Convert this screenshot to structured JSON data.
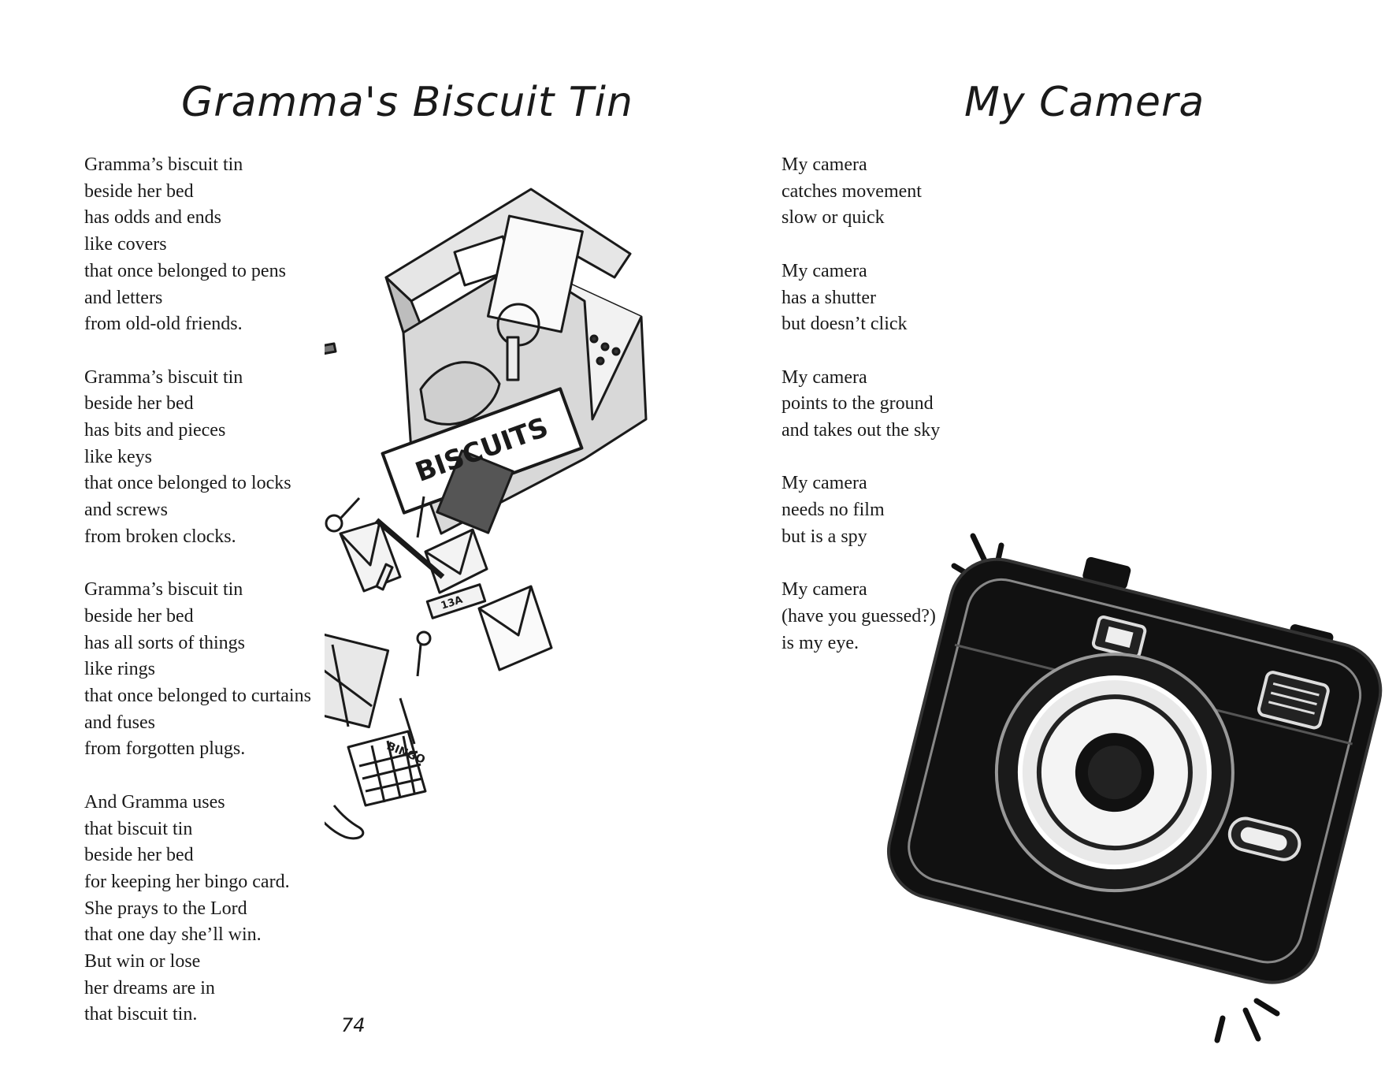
{
  "left_page": {
    "title": "Gramma's Biscuit Tin",
    "stanzas": [
      [
        "Gramma’s biscuit tin",
        "beside her bed",
        "has odds and ends",
        "like covers",
        "that once belonged to pens",
        "and letters",
        "from old-old friends."
      ],
      [
        "Gramma’s biscuit tin",
        "beside her bed",
        "has bits and pieces",
        "like keys",
        "that once belonged to locks",
        "and screws",
        "from broken clocks."
      ],
      [
        "Gramma’s biscuit tin",
        "beside her bed",
        "has all sorts of things",
        "like rings",
        "that once belonged to curtains",
        "and fuses",
        "from forgotten plugs."
      ],
      [
        "And Gramma uses",
        "that biscuit tin",
        "beside her bed",
        "for keeping her bingo card.",
        "She prays to the Lord",
        "that one day she’ll win.",
        "But win or lose",
        "her dreams are in",
        "that biscuit tin."
      ]
    ],
    "page_number": "74",
    "illustration": {
      "tin_label": "BISCUITS",
      "bingo_label": "BINGO",
      "fuse_label": "13A"
    }
  },
  "right_page": {
    "title": "My Camera",
    "stanzas": [
      [
        "My camera",
        "catches movement",
        "slow or quick"
      ],
      [
        "My camera",
        "has a shutter",
        "but doesn’t click"
      ],
      [
        "My camera",
        "points to the ground",
        "and takes out the sky"
      ],
      [
        "My camera",
        "needs no film",
        "but is a spy"
      ],
      [
        "My camera",
        "(have you guessed?)",
        "is my eye."
      ]
    ]
  }
}
